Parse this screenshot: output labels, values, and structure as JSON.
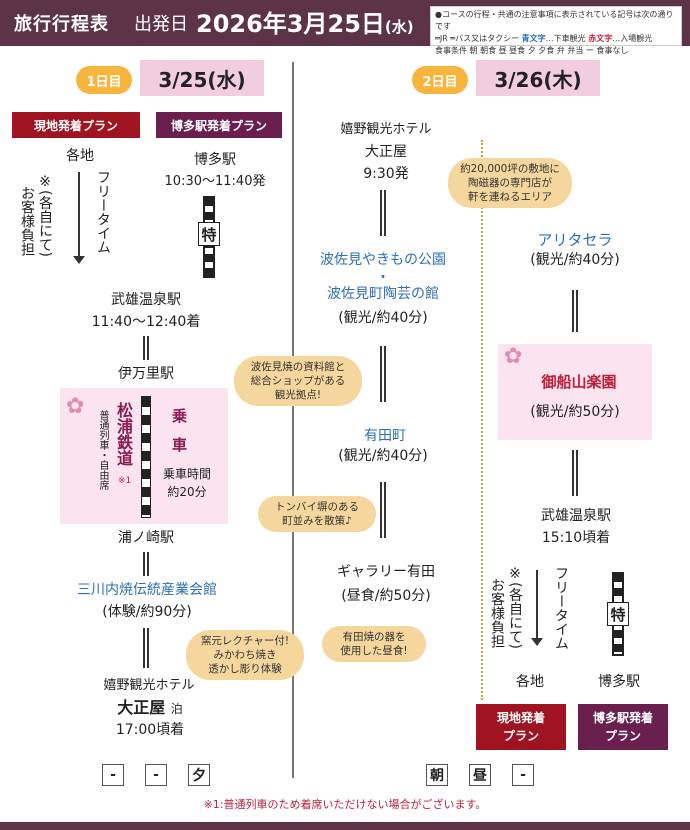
{
  "header": {
    "title": "旅行行程表",
    "departure_label": "出発日",
    "departure_date": "2026年3月25日",
    "weekday": "(水)"
  },
  "legend": {
    "line1": "●コースの行程・共通の注意事項に表示されている記号は次の通りです",
    "jr": "═JR",
    "bus": "═バス又はタクシー",
    "blue_text": "青文字",
    "blue_desc": "…下車観光",
    "red_text": "赤文字",
    "red_desc": "…入場観光",
    "meal_label": "食事条件",
    "meals": "朝 朝食  昼 昼食  夕 夕食  弁 弁当  ー 食事なし"
  },
  "day1": {
    "badge": "1日目",
    "date": "3/25(水)",
    "plan_local": "現地発着プラン",
    "plan_hakata": "博多駅発着プラン",
    "kakuchi": "各地",
    "free_time": "フリータイム",
    "note1": "※(各自にて)",
    "note2": "お客様負担",
    "hakata": "博多駅",
    "hakata_time": "10:30〜11:40発",
    "limited": "特",
    "takeo": "武雄温泉駅",
    "takeo_time": "11:40〜12:40着",
    "imari": "伊万里駅",
    "matsuura": "松浦鉄道",
    "matsuura_sub": "普通列車・自由席",
    "matsuura_note": "※1",
    "ride": "乗車",
    "ride_time": "乗車時間",
    "ride_dur": "約20分",
    "uranosaki": "浦ノ崎駅",
    "mikawachi": "三川内焼伝統産業会館",
    "mikawachi_dur": "(体験/約90分)",
    "bubble_kiln": "窯元レクチャー付!\nみかわち焼き\n透かし彫り体験",
    "bubble_hasami": "波佐見焼の資料館と\n総合ショップがある\n観光拠点!",
    "bubble_tonbai": "トンバイ塀のある\n町並みを散策♪",
    "hotel_area": "嬉野観光ホテル",
    "hotel": "大正屋",
    "hotel_stay": "泊",
    "hotel_time": "17:00頃着",
    "meals": [
      "-",
      "-",
      "夕"
    ]
  },
  "day2": {
    "badge": "2日目",
    "date": "3/26(木)",
    "hotel_area": "嬉野観光ホテル",
    "hotel": "大正屋",
    "depart": "9:30発",
    "hasami1": "波佐見やきもの公園",
    "hasami_dot": "・",
    "hasami2": "波佐見町陶芸の館",
    "hasami_dur": "(観光/約40分)",
    "arita": "有田町",
    "arita_dur": "(観光/約40分)",
    "gallery": "ギャラリー有田",
    "gallery_dur": "(昼食/約50分)",
    "bubble_lunch": "有田焼の器を\n使用した昼食!",
    "bubble_area": "約20,000坪の敷地に\n陶磁器の専門店が\n軒を連ねるエリア",
    "aritasera": "アリタセラ",
    "aritasera_dur": "(観光/約40分)",
    "mifuneyama": "御船山楽園",
    "mifuneyama_dur": "(観光/約50分)",
    "takeo": "武雄温泉駅",
    "takeo_time": "15:10頃着",
    "note1": "※(各自にて)",
    "note2": "お客様負担",
    "free_time": "フリータイム",
    "kakuchi": "各地",
    "limited": "特",
    "hakata": "博多駅",
    "plan_local": "現地発着\nプラン",
    "plan_hakata": "博多駅発着\nプラン",
    "meals": [
      "朝",
      "昼",
      "-"
    ]
  },
  "footnote": "※1:普通列車のため着席いただけない場合がございます。",
  "colors": {
    "header": "#5c3347",
    "plan_red": "#a01421",
    "plan_purple": "#6b1f4f",
    "badge": "#f7b53d",
    "date_bg": "#f2cde0",
    "blue": "#2c6fb8",
    "red": "#c0213a",
    "bubble": "#f5d79e"
  }
}
